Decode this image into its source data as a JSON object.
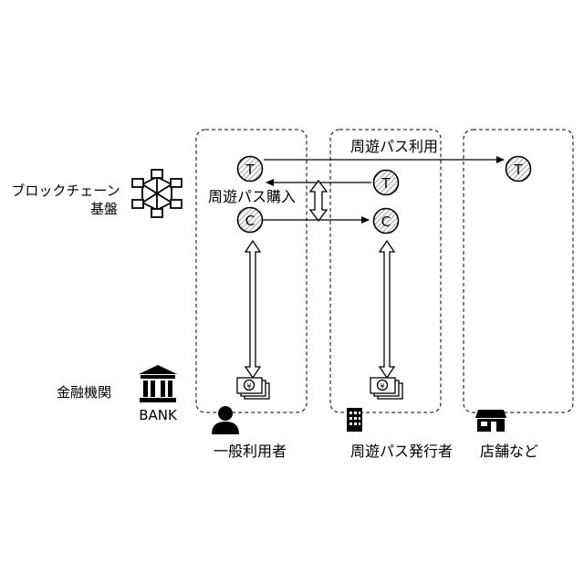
{
  "rows": {
    "blockchain": "ブロックチェーン",
    "blockchain_sub": "基盤",
    "finance": "金融機関"
  },
  "bank_label": "BANK",
  "actors": {
    "user": "一般利用者",
    "issuer": "周遊パス発行者",
    "store": "店舗など"
  },
  "flows": {
    "pass_use": "周遊パス利用",
    "pass_purchase": "周遊パス購入"
  },
  "tokens": {
    "t": "T",
    "c": "C",
    "yen": "¥"
  },
  "icons": {
    "network": "network-nodes-icon",
    "bank": "bank-icon",
    "user": "person-icon",
    "issuer": "office-building-icon",
    "store": "storefront-icon",
    "cash": "cash-stack-icon"
  }
}
